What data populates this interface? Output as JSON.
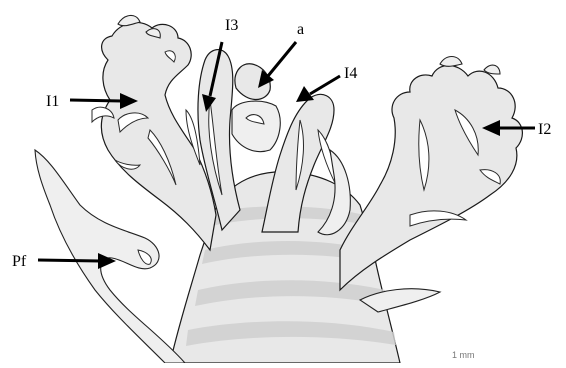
{
  "figure": {
    "labels": {
      "I1": "I1",
      "I2": "I2",
      "I3": "I3",
      "I4": "I4",
      "a": "a",
      "Pf": "Pf"
    },
    "scale_bar": "1 mm",
    "colors": {
      "outline": "#1a1a1a",
      "tissue": "#e8e8e8",
      "label": "#000000"
    }
  }
}
